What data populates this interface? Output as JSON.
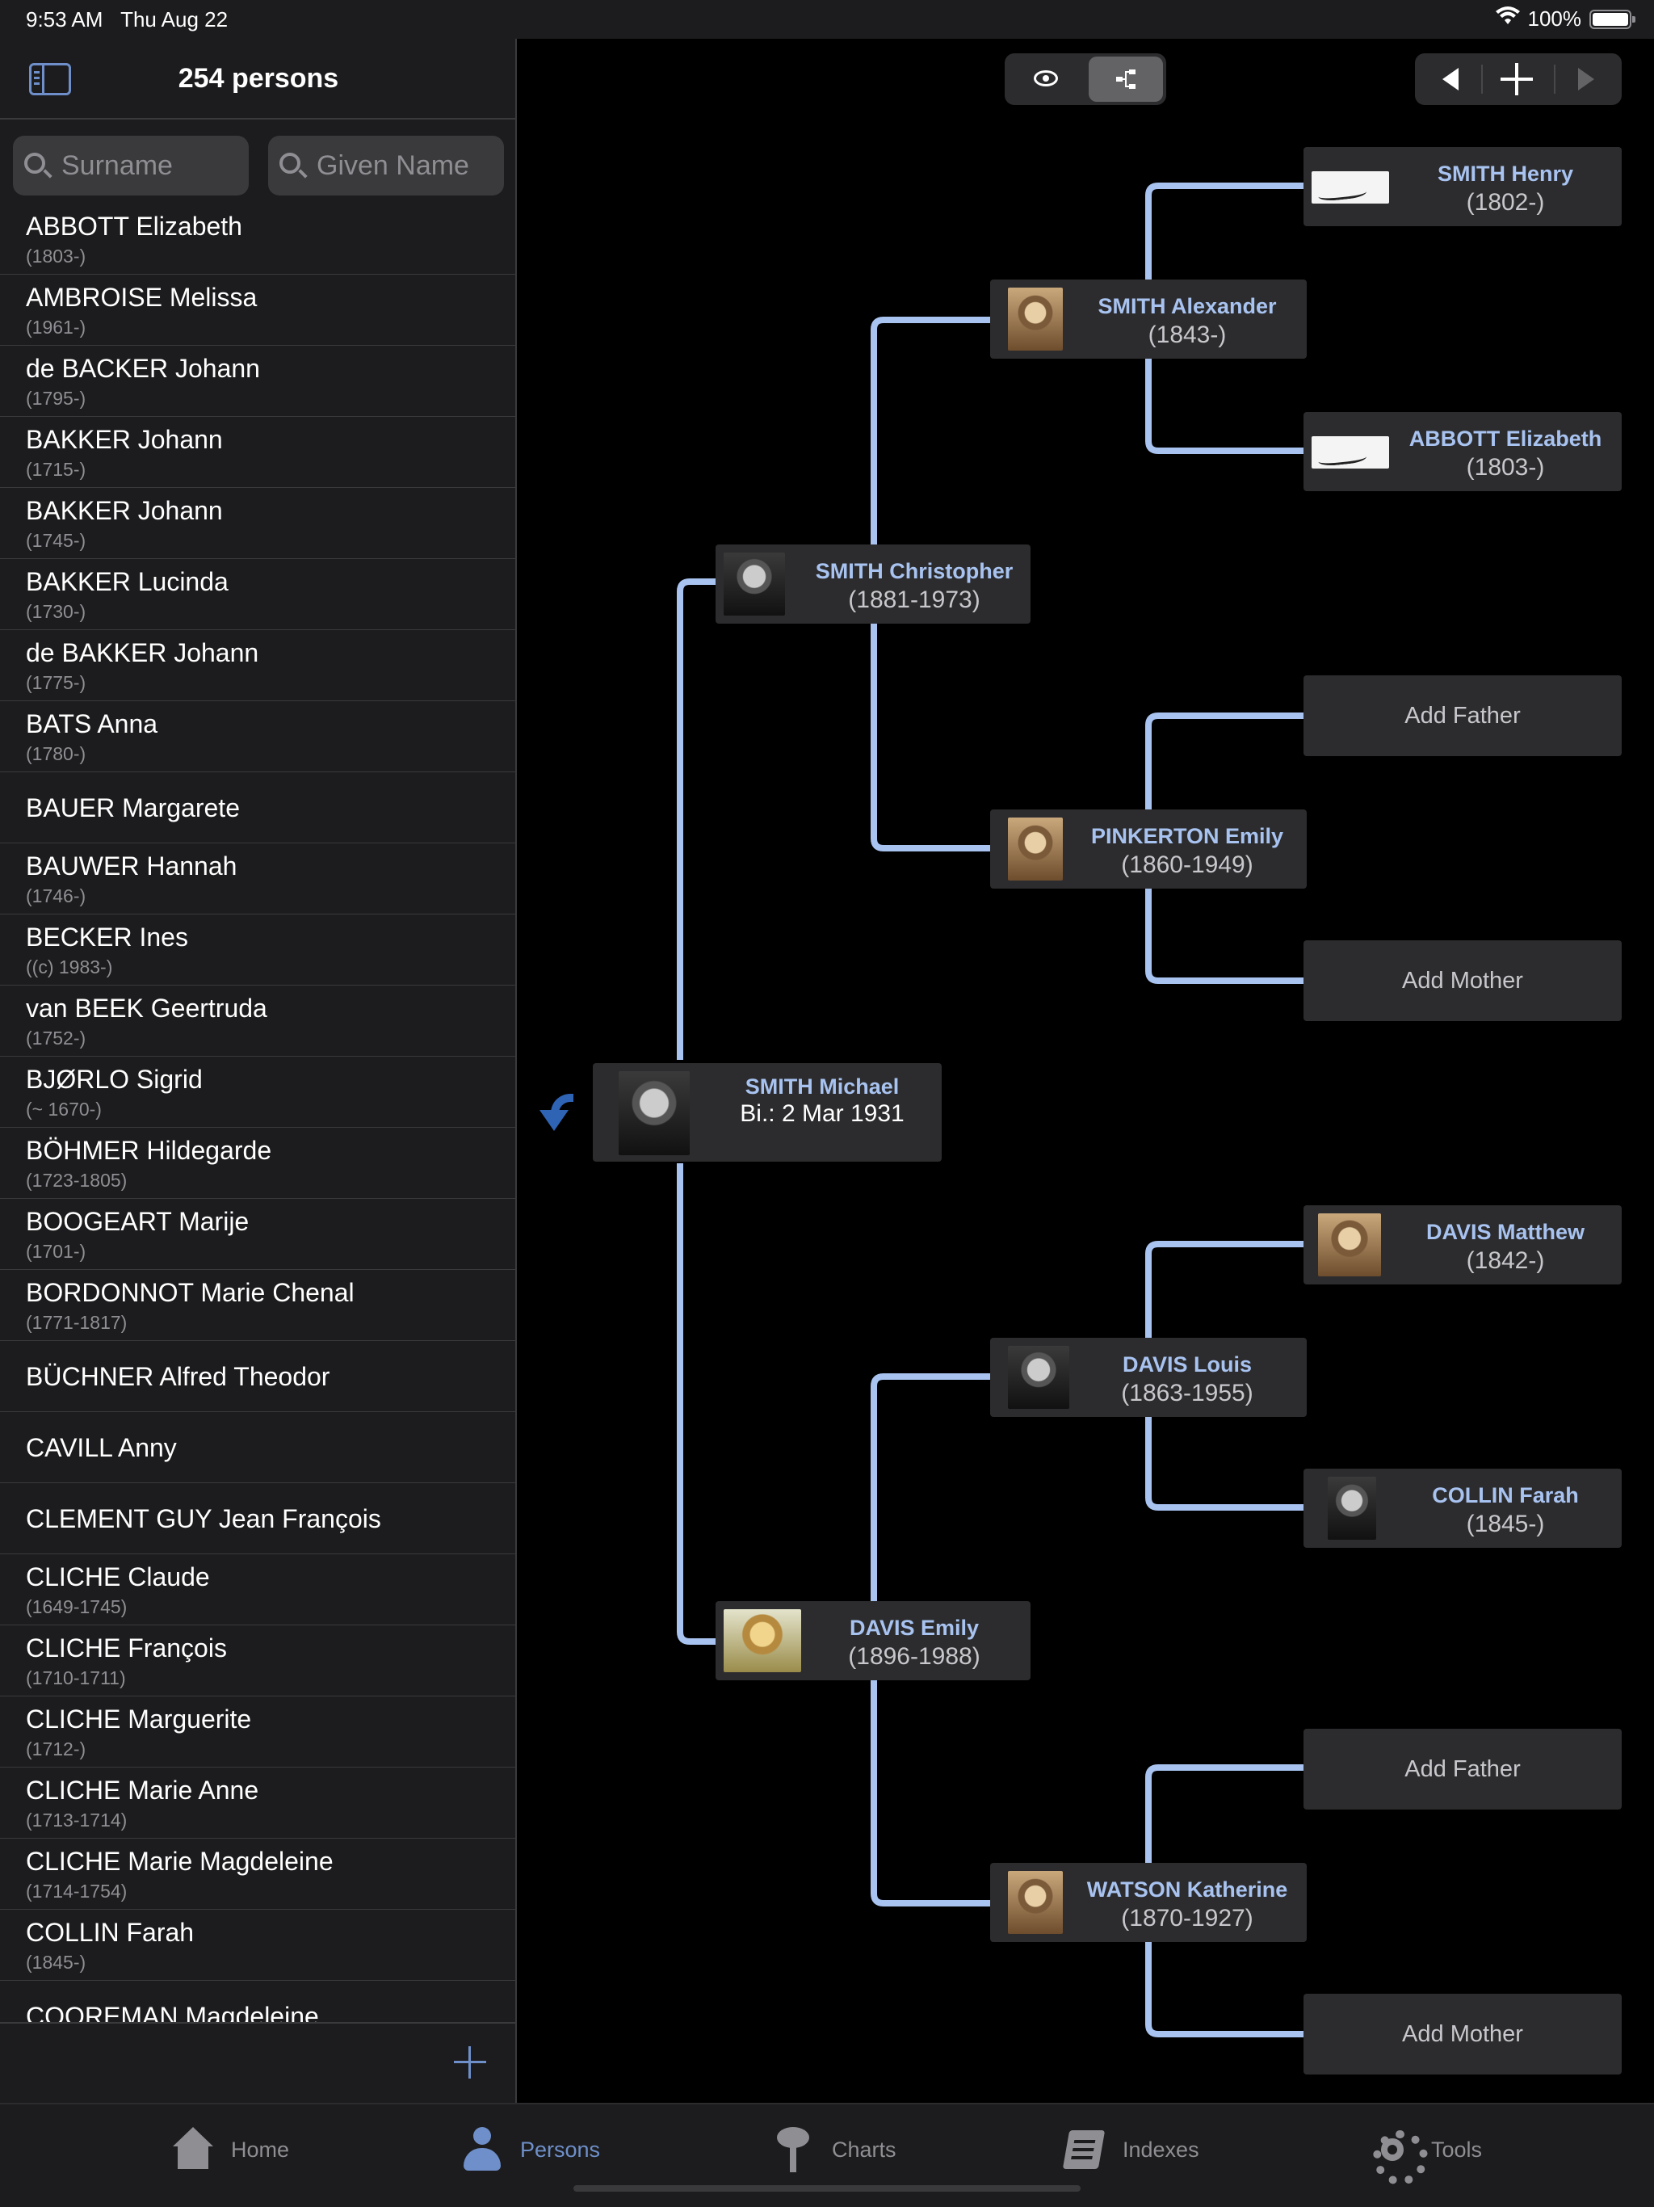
{
  "status": {
    "time": "9:53 AM",
    "date": "Thu Aug 22",
    "battery": "100%"
  },
  "sidebar": {
    "title": "254 persons",
    "search": {
      "surname_placeholder": "Surname",
      "given_placeholder": "Given Name"
    },
    "persons": [
      {
        "name": "ABBOTT Elizabeth",
        "dates": "(1803-)"
      },
      {
        "name": "AMBROISE Melissa",
        "dates": "(1961-)"
      },
      {
        "name": "de BACKER Johann",
        "dates": "(1795-)"
      },
      {
        "name": "BAKKER Johann",
        "dates": "(1715-)"
      },
      {
        "name": "BAKKER Johann",
        "dates": "(1745-)"
      },
      {
        "name": "BAKKER Lucinda",
        "dates": "(1730-)"
      },
      {
        "name": "de BAKKER Johann",
        "dates": "(1775-)"
      },
      {
        "name": "BATS Anna",
        "dates": "(1780-)"
      },
      {
        "name": "BAUER Margarete",
        "dates": ""
      },
      {
        "name": "BAUWER Hannah",
        "dates": "(1746-)"
      },
      {
        "name": "BECKER Ines",
        "dates": "((c) 1983-)"
      },
      {
        "name": "van BEEK Geertruda",
        "dates": "(1752-)"
      },
      {
        "name": "BJØRLO Sigrid",
        "dates": "(~ 1670-)"
      },
      {
        "name": "BÖHMER Hildegarde",
        "dates": "(1723-1805)"
      },
      {
        "name": "BOOGEART Marije",
        "dates": "(1701-)"
      },
      {
        "name": "BORDONNOT Marie Chenal",
        "dates": "(1771-1817)"
      },
      {
        "name": "BÜCHNER Alfred Theodor",
        "dates": ""
      },
      {
        "name": "CAVILL Anny",
        "dates": ""
      },
      {
        "name": "CLEMENT GUY Jean François",
        "dates": ""
      },
      {
        "name": "CLICHE Claude",
        "dates": "(1649-1745)"
      },
      {
        "name": "CLICHE François",
        "dates": "(1710-1711)"
      },
      {
        "name": "CLICHE Marguerite",
        "dates": "(1712-)"
      },
      {
        "name": "CLICHE Marie Anne",
        "dates": "(1713-1714)"
      },
      {
        "name": "CLICHE Marie Magdeleine",
        "dates": "(1714-1754)"
      },
      {
        "name": "COLLIN Farah",
        "dates": "(1845-)"
      },
      {
        "name": "COOREMAN Magdeleine",
        "dates": ""
      }
    ]
  },
  "tree": {
    "root": {
      "name": "SMITH Michael",
      "dates": "Bi.: 2 Mar 1931"
    },
    "father": {
      "name": "SMITH Christopher",
      "dates": "(1881-1973)"
    },
    "mother": {
      "name": "DAVIS Emily",
      "dates": "(1896-1988)"
    },
    "ff": {
      "name": "SMITH Alexander",
      "dates": "(1843-)"
    },
    "fm": {
      "name": "PINKERTON Emily",
      "dates": "(1860-1949)"
    },
    "mf": {
      "name": "DAVIS Louis",
      "dates": "(1863-1955)"
    },
    "mm": {
      "name": "WATSON Katherine",
      "dates": "(1870-1927)"
    },
    "fff": {
      "name": "SMITH Henry",
      "dates": "(1802-)"
    },
    "ffm": {
      "name": "ABBOTT Elizabeth",
      "dates": "(1803-)"
    },
    "fmf": {
      "label": "Add Father"
    },
    "fmm": {
      "label": "Add Mother"
    },
    "mff": {
      "name": "DAVIS Matthew",
      "dates": "(1842-)"
    },
    "mfm": {
      "name": "COLLIN Farah",
      "dates": "(1845-)"
    },
    "mmf": {
      "label": "Add Father"
    },
    "mmm": {
      "label": "Add Mother"
    }
  },
  "tabs": [
    {
      "label": "Home",
      "icon": "house-icon"
    },
    {
      "label": "Persons",
      "icon": "person-icon"
    },
    {
      "label": "Charts",
      "icon": "tree-icon"
    },
    {
      "label": "Indexes",
      "icon": "book-icon"
    },
    {
      "label": "Tools",
      "icon": "gear-icon"
    }
  ],
  "colors": {
    "accent": "#6e8fc9",
    "tree_line": "#a8c3f0",
    "name_text": "#a8c3f0"
  }
}
